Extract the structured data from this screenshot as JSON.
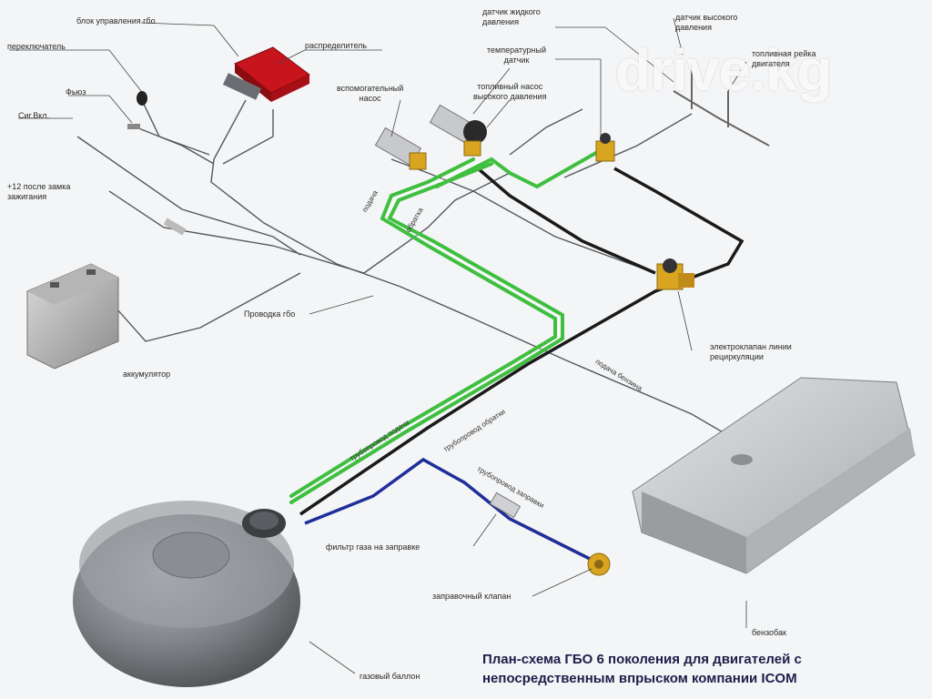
{
  "watermark": "drive.kg",
  "caption": {
    "line1": "План-схема ГБО 6 поколения для двигателей с",
    "line2": "непосредственным впрыском компании ICOM"
  },
  "labels": {
    "ecu": "блок управления гбо",
    "switch": "переключатель",
    "fuse": "Фьюз",
    "gas_signal": "Сиг.Вкл.",
    "plus12": "+12 после замка\nзажигания",
    "battery": "аккумулятор",
    "wiring": "Проводка гбо",
    "distributor": "распределитель",
    "aux_pump": "вспомогательный\nнасос",
    "temp_sensor": "температурный\nдатчик",
    "hp_pump": "топливный насос\nвысокого давления",
    "liquid_pressure_sensor": "датчик жидкого\nдавления",
    "high_pressure_sensor": "датчик высокого\nдавления",
    "fuel_rail": "топливная рейка\nдвигателя",
    "recirc_valve": "электроклапан линии\nрециркуляции",
    "petrol_supply": "подача бензина",
    "petrol_tank": "бензобак",
    "filler_filter": "фильтр газа на заправке",
    "filler_valve": "заправочный клапан",
    "gas_tank": "газовый баллон",
    "gas_supply_line": "трубопровод подачи",
    "gas_return_line": "трубопровод обратки",
    "filler_line": "трубопровод заправки",
    "pipe_supply": "подача",
    "pipe_return": "обратка"
  },
  "colors": {
    "supply_pipe": "#3fbf3f",
    "return_pipe": "#1a1a1a",
    "filler_pipe": "#1f2f9a",
    "ecu": "#c8141c",
    "valve": "#d9a520",
    "tank": "#7d8084"
  }
}
